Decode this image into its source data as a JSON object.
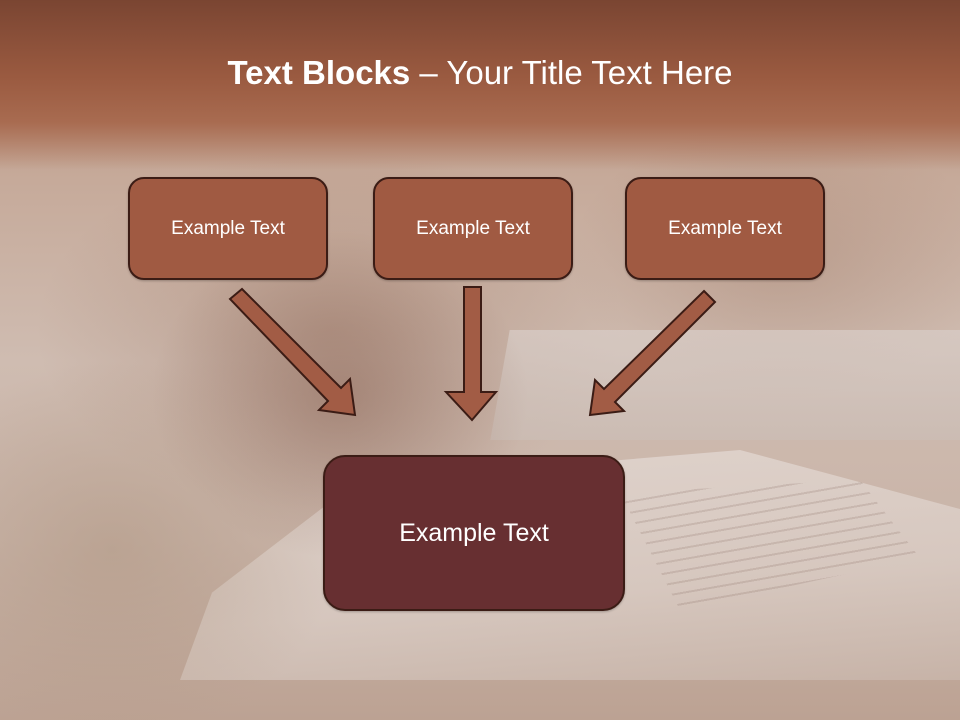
{
  "title": {
    "bold": "Text Blocks",
    "rest": " – Your Title Text Here"
  },
  "boxes": {
    "top_left": "Example Text",
    "top_center": "Example Text",
    "top_right": "Example Text",
    "main": "Example Text"
  },
  "colors": {
    "header": "#8b4e38",
    "box_fill": "#a05a42",
    "main_box_fill": "#672f31",
    "arrow_fill": "#a25c45",
    "outline": "#3b1c15"
  }
}
